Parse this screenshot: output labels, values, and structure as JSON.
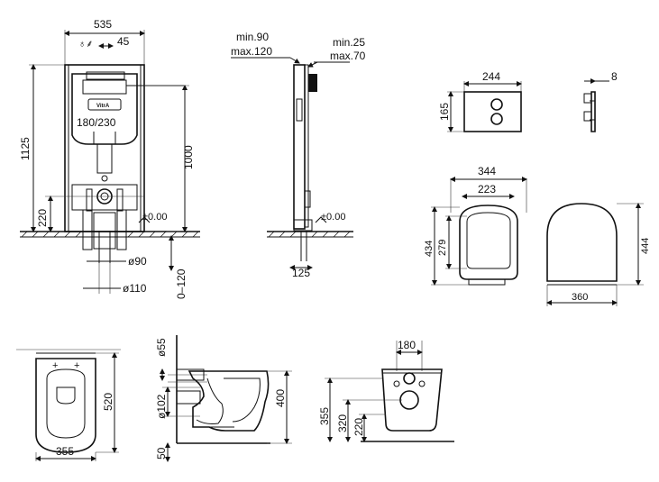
{
  "brand": "VitrA",
  "frame_front": {
    "width": "535",
    "offset": "45",
    "flush_window": "180/230",
    "total_height": "1125",
    "frame_height": "1000",
    "inlet_height": "220",
    "floor_level": "±0.00",
    "waste_pipe_1": "ø90",
    "waste_pipe_2": "ø110",
    "adjust_range": "0–120"
  },
  "frame_side": {
    "wall_min": "min.90",
    "wall_max": "max.120",
    "panel_min": "min.25",
    "panel_max": "max.70",
    "floor_level": "±0.00",
    "leg_depth": "125"
  },
  "flush_plate": {
    "width": "244",
    "height": "165",
    "depth": "8"
  },
  "seat": {
    "outer_width": "344",
    "inner_width": "223",
    "outer_length": "434",
    "inner_length": "279",
    "lid_width": "360",
    "lid_length": "444"
  },
  "pan_top": {
    "length": "520",
    "width": "355"
  },
  "pan_side": {
    "inlet": "ø55",
    "outlet": "ø102",
    "height": "400",
    "gap": "50"
  },
  "pan_rear": {
    "bolt_spacing": "180",
    "total": "355",
    "outlet_height": "320",
    "bolt_height": "220"
  }
}
